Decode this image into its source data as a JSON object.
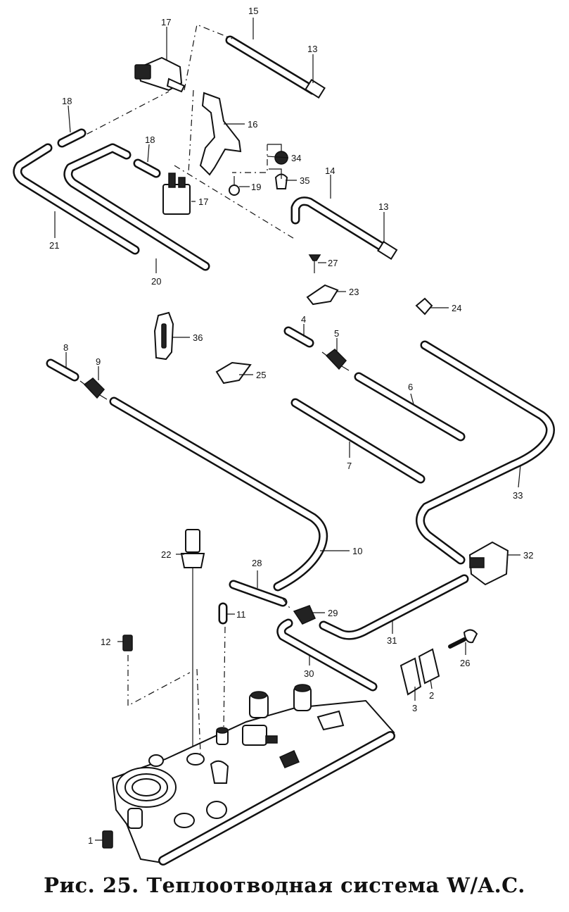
{
  "caption": "Рис. 25. Теплоотводная система W/A.C.",
  "labels": {
    "l15": "15",
    "l17a": "17",
    "l13a": "13",
    "l16": "16",
    "l18a": "18",
    "l18b": "18",
    "l34": "34",
    "l35": "35",
    "l19": "19",
    "l14": "14",
    "l17b": "17",
    "l13b": "13",
    "l21": "21",
    "l20": "20",
    "l27": "27",
    "l23": "23",
    "l24": "24",
    "l36": "36",
    "l4": "4",
    "l5": "5",
    "l8": "8",
    "l9": "9",
    "l25": "25",
    "l6": "6",
    "l7": "7",
    "l33": "33",
    "l10": "10",
    "l22": "22",
    "l28": "28",
    "l32": "32",
    "l11": "11",
    "l29": "29",
    "l31": "31",
    "l12": "12",
    "l26": "26",
    "l30": "30",
    "l3": "3",
    "l2": "2",
    "l1": "1"
  }
}
